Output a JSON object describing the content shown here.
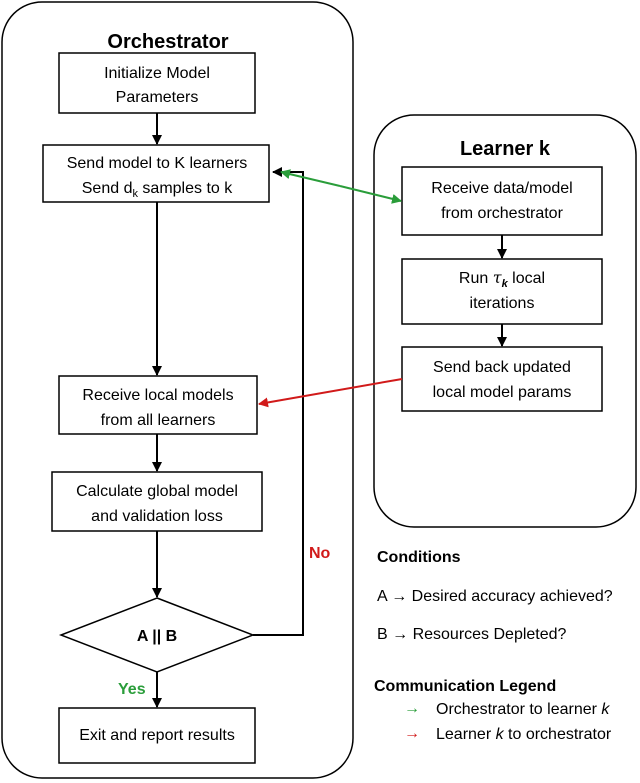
{
  "orchestrator": {
    "title": "Orchestrator",
    "init_line1": "Initialize Model",
    "init_line2": "Parameters",
    "send_line1": "Send model to K learners",
    "send_line2_pre": "Send d",
    "send_line2_sub": "k",
    "send_line2_post": " samples to k",
    "receive_line1": "Receive local models",
    "receive_line2": "from all learners",
    "calc_line1": "Calculate global model",
    "calc_line2": "and validation loss",
    "decision": "A || B",
    "no_label": "No",
    "yes_label": "Yes",
    "exit": "Exit and report results"
  },
  "learner": {
    "title": "Learner k",
    "recv_line1": "Receive data/model",
    "recv_line2": "from orchestrator",
    "run_pre": "Run ",
    "run_tau": "τ",
    "run_sub": "k",
    "run_post": " local",
    "run_line2": "iterations",
    "sendback_line1": "Send back updated",
    "sendback_line2": "local model params"
  },
  "conditions": {
    "heading": "Conditions",
    "a": "A → Desired accuracy achieved?",
    "b": "B → Resources Depleted?"
  },
  "legend": {
    "heading": "Communication Legend",
    "green_arrow": "→",
    "green_pre": "Orchestrator to learner ",
    "green_k": "k",
    "red_arrow": "→",
    "red_pre": "Learner ",
    "red_k": "k",
    "red_post": " to orchestrator"
  },
  "colors": {
    "green": "#2a9d3a",
    "red": "#d11a1a"
  }
}
